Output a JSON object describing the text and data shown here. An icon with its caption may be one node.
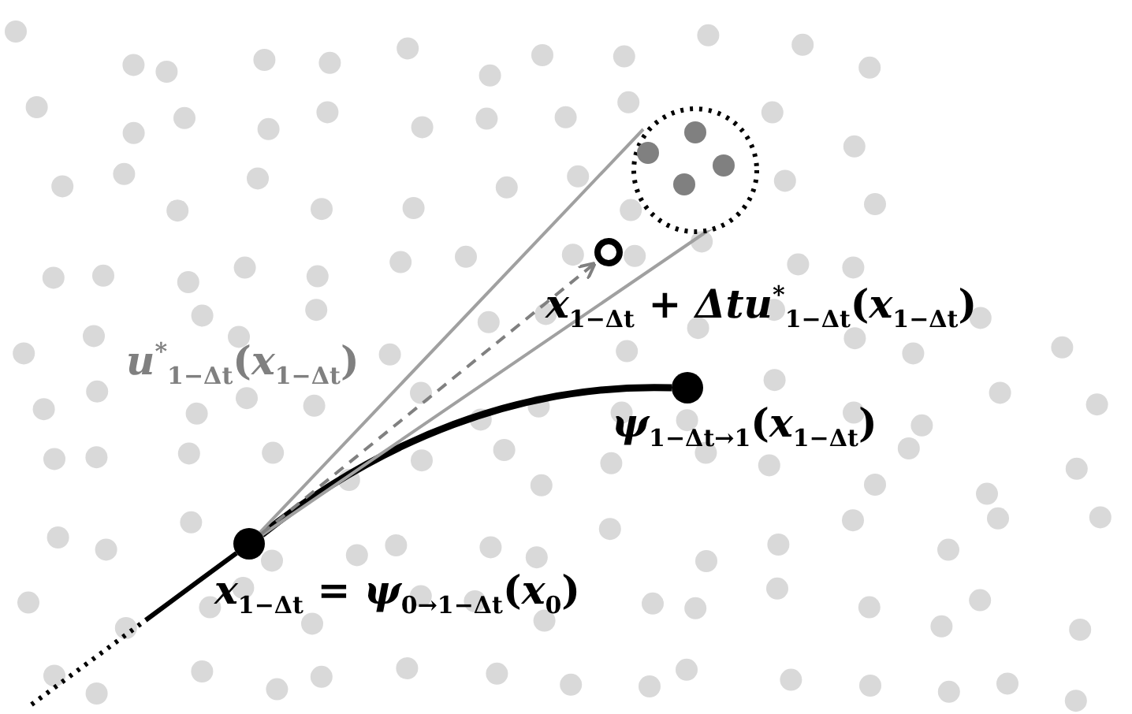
{
  "diagram": {
    "nodes": [
      {
        "text": [],
        "shape": "circle",
        "beside": [
          "*x*$_{1−Δt}$ = *ψ*$_{0→1−Δt}$(*x*$_{0}$)"
        ]
      },
      {
        "text": [],
        "shape": "circle",
        "beside": [
          "*ψ*$_{1−Δt→1}$(*x*$_{1−Δt}$)"
        ]
      },
      {
        "text": [],
        "shape": "circle",
        "beside": [
          "*x*$_{1−Δt}$ + *Δtu*$^{*}$$_{1−Δt}$(*x*$_{1−Δt}$)"
        ]
      },
      {
        "text": [],
        "shape": "circle"
      }
    ],
    "edges": [
      {
        "from": null,
        "to": 0,
        "arrow": "none",
        "style": "dashed"
      },
      {
        "from": 0,
        "to": 1,
        "arrow": "none",
        "style": "thick"
      },
      {
        "from": 0,
        "to": 3,
        "arrow": "none",
        "color": "#a0a0a0"
      },
      {
        "from": 0,
        "to": 3,
        "arrow": "none",
        "color": "#a0a0a0"
      },
      {
        "from": 0,
        "to": 2,
        "arrow": "to",
        "style": "dashed",
        "color": "#808080",
        "label": "*u*$^{*}$$_{1−Δt}$(*x*$_{1−Δt}$)"
      }
    ]
  }
}
